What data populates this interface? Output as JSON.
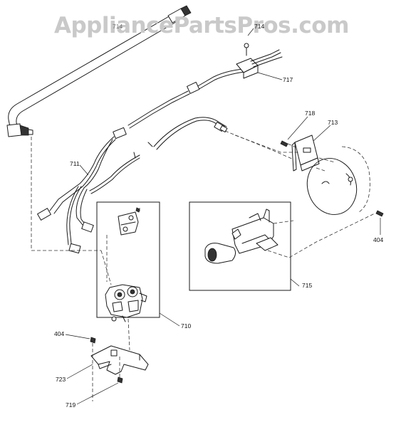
{
  "watermark": "AppliancePartsPros.com",
  "callouts": {
    "c714_top": "714",
    "c717": "717",
    "c711": "711",
    "c718": "718",
    "c713": "713",
    "c404_right": "404",
    "c715": "715",
    "c710": "710",
    "c404_left": "404",
    "c723": "723",
    "c719": "719",
    "c_tube": "714"
  }
}
